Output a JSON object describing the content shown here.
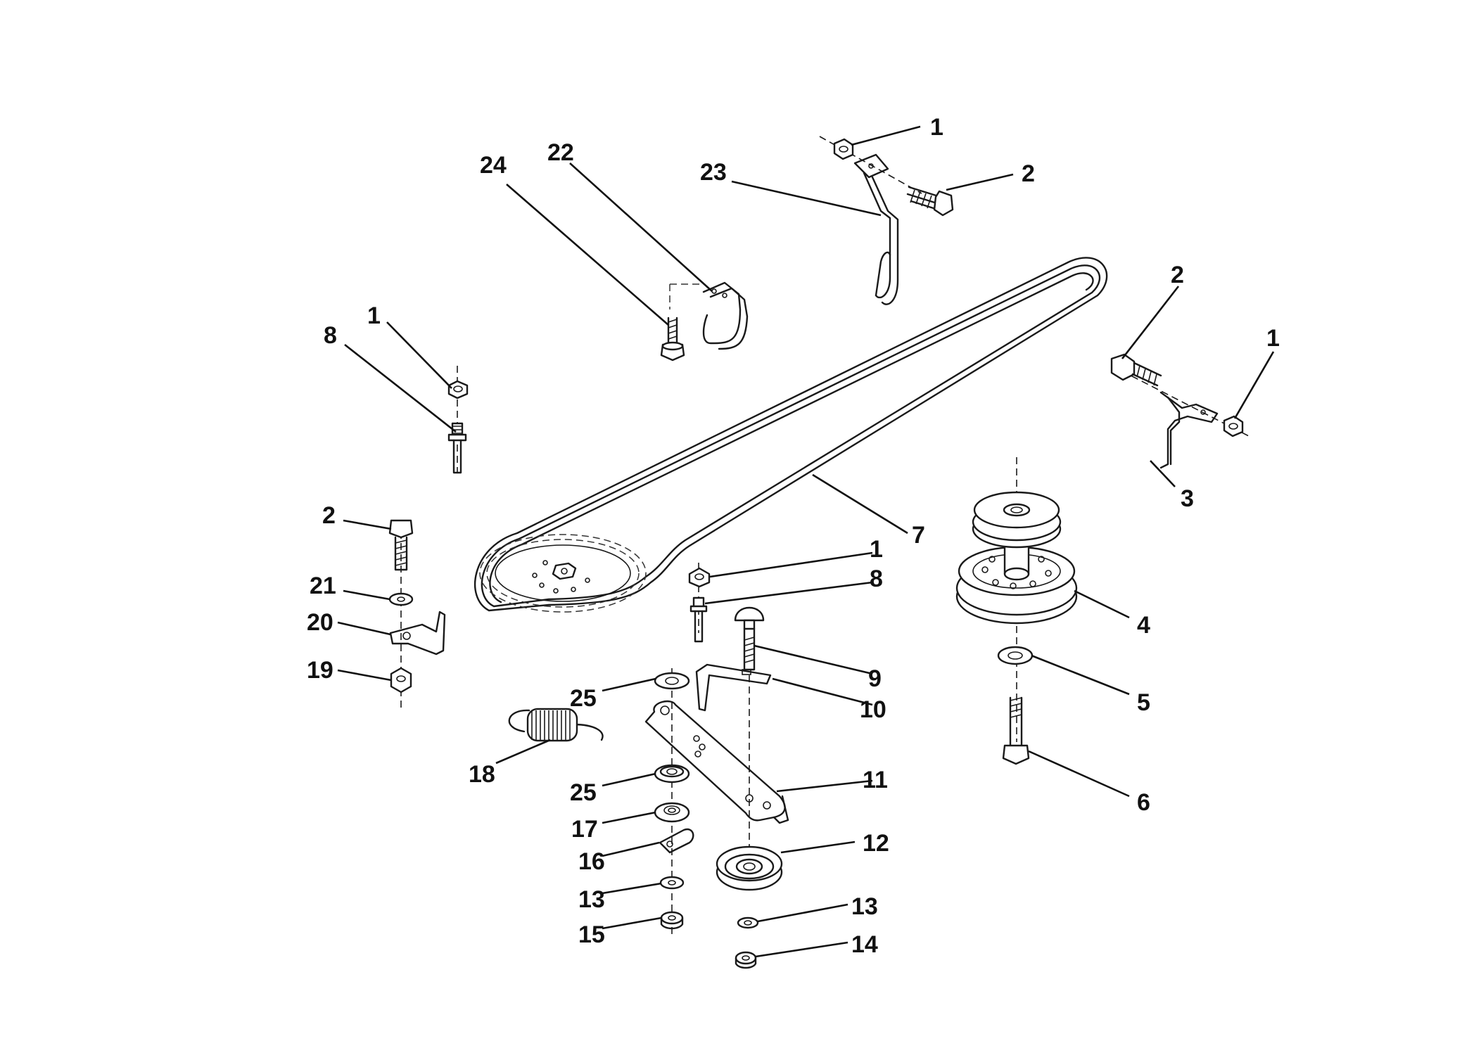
{
  "callouts": [
    {
      "id": "c1a",
      "text": "1"
    },
    {
      "id": "c2a",
      "text": "2"
    },
    {
      "id": "c23",
      "text": "23"
    },
    {
      "id": "c24",
      "text": "24"
    },
    {
      "id": "c22",
      "text": "22"
    },
    {
      "id": "c2b",
      "text": "2"
    },
    {
      "id": "c1b",
      "text": "1"
    },
    {
      "id": "c3",
      "text": "3"
    },
    {
      "id": "c1c",
      "text": "1"
    },
    {
      "id": "c8a",
      "text": "8"
    },
    {
      "id": "c7",
      "text": "7"
    },
    {
      "id": "c2c",
      "text": "2"
    },
    {
      "id": "c21",
      "text": "21"
    },
    {
      "id": "c20",
      "text": "20"
    },
    {
      "id": "c19",
      "text": "19"
    },
    {
      "id": "c1d",
      "text": "1"
    },
    {
      "id": "c8b",
      "text": "8"
    },
    {
      "id": "c4",
      "text": "4"
    },
    {
      "id": "c9",
      "text": "9"
    },
    {
      "id": "c10",
      "text": "10"
    },
    {
      "id": "c5",
      "text": "5"
    },
    {
      "id": "c25a",
      "text": "25"
    },
    {
      "id": "c18",
      "text": "18"
    },
    {
      "id": "c11",
      "text": "11"
    },
    {
      "id": "c6",
      "text": "6"
    },
    {
      "id": "c25b",
      "text": "25"
    },
    {
      "id": "c17",
      "text": "17"
    },
    {
      "id": "c16",
      "text": "16"
    },
    {
      "id": "c12",
      "text": "12"
    },
    {
      "id": "c13a",
      "text": "13"
    },
    {
      "id": "c13b",
      "text": "13"
    },
    {
      "id": "c15",
      "text": "15"
    },
    {
      "id": "c14",
      "text": "14"
    }
  ]
}
